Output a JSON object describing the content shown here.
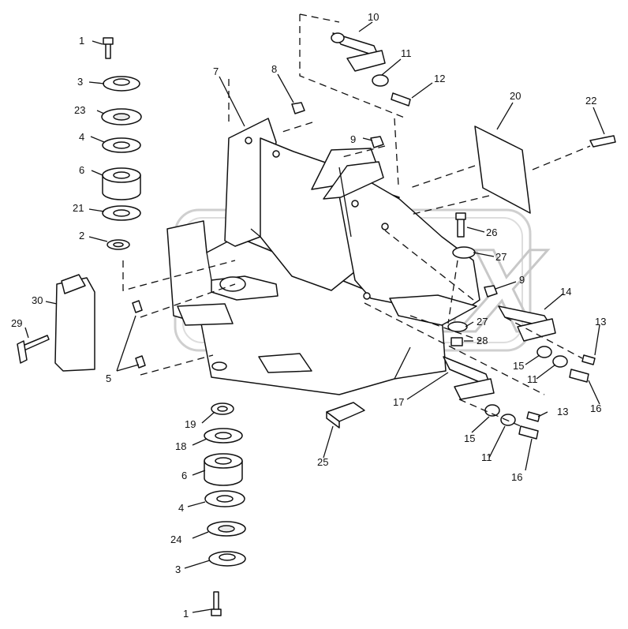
{
  "watermark": "OPEX",
  "callouts": [
    "1",
    "3",
    "23",
    "4",
    "6",
    "21",
    "2",
    "30",
    "29",
    "5",
    "7",
    "8",
    "10",
    "11",
    "12",
    "9",
    "20",
    "22",
    "26",
    "27",
    "14",
    "13",
    "15",
    "16",
    "17",
    "19",
    "18",
    "25",
    "24",
    "28"
  ]
}
